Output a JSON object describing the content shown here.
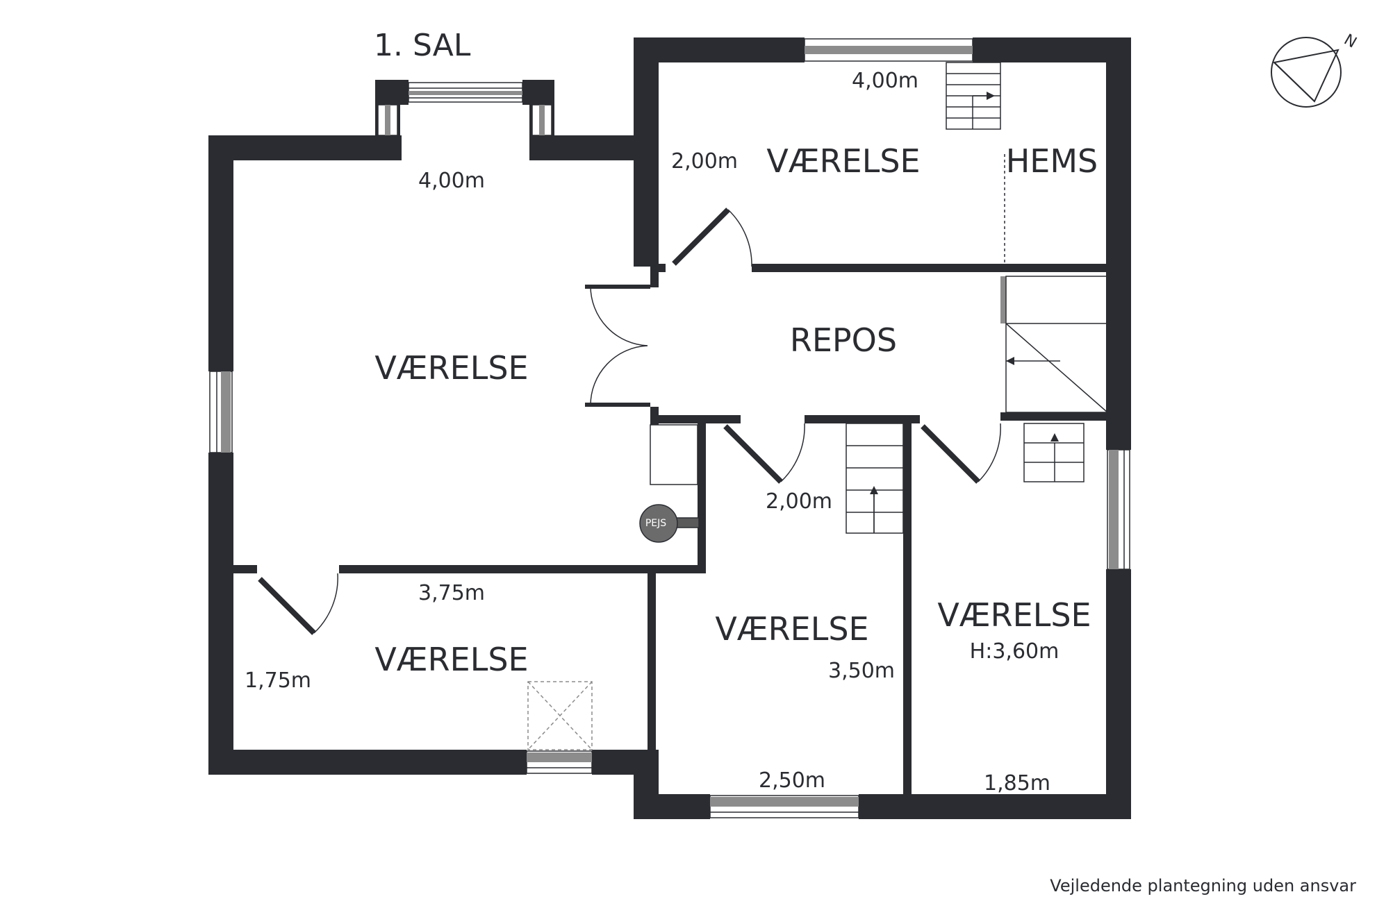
{
  "floor_title": "1. SAL",
  "rooms": {
    "top_vaerelse": "VÆRELSE",
    "hems": "HEMS",
    "main_vaerelse": "VÆRELSE",
    "repos": "REPOS",
    "bottom_left_vaerelse": "VÆRELSE",
    "bottom_mid_vaerelse": "VÆRELSE",
    "bottom_right_vaerelse": "VÆRELSE",
    "bottom_right_height": "H:3,60m"
  },
  "dimensions": {
    "top_width": "4,00m",
    "top_depth": "2,00m",
    "main_width": "4,00m",
    "hall_depth": "2,00m",
    "bottom_left_width": "3,75m",
    "bottom_left_depth": "1,75m",
    "bottom_mid_depth": "3,50m",
    "bottom_mid_width": "2,50m",
    "bottom_right_width": "1,85m"
  },
  "fireplace_label": "PEJS",
  "compass_label": "N",
  "footer_note": "Vejledende plantegning uden ansvar",
  "colors": {
    "wall": "#2a2c31",
    "glass": "#8c8c8c",
    "background": "#ffffff"
  }
}
